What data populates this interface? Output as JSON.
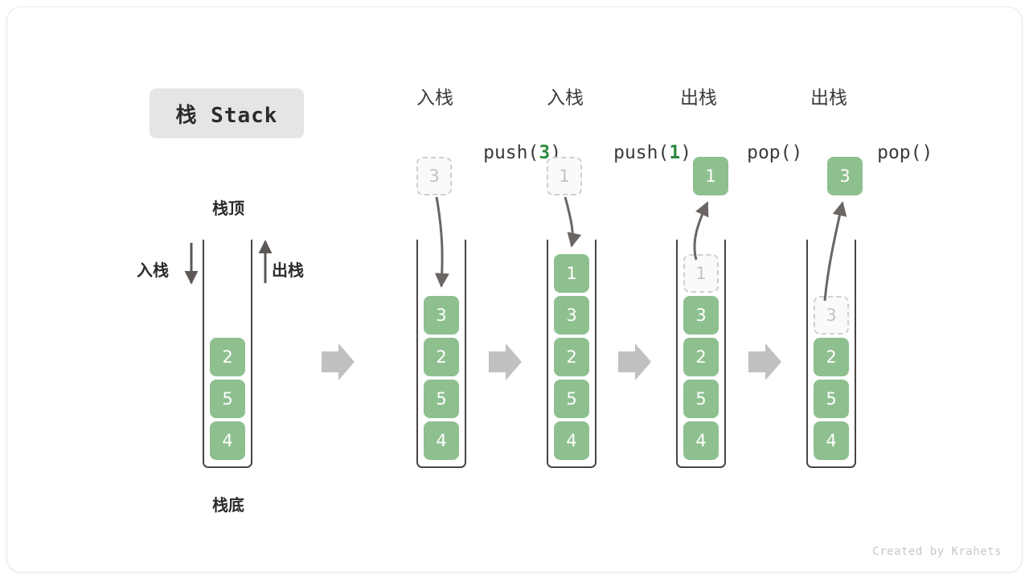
{
  "title": {
    "badge": "栈 Stack"
  },
  "annotations": {
    "top_label": "栈顶",
    "bottom_label": "栈底",
    "push_label": "入栈",
    "pop_label": "出栈"
  },
  "footer": {
    "credit": "Created by Krahets"
  },
  "colors": {
    "element_green": "#8ec08f",
    "arg_green": "#2f8a3f",
    "container_stroke": "#4a4443",
    "ghost_border": "#cfcfcf",
    "ghost_text": "#c3c3c3",
    "flow_arrow": "#c0c0c0",
    "badge_bg": "#e5e5e5",
    "card_border": "#e9e9e9"
  },
  "columns": [
    {
      "id": "initial",
      "header_line1": "",
      "header_line2_prefix": "",
      "header_arg": "",
      "header_line2_suffix": "",
      "stack": [
        {
          "value": "2",
          "state": "filled"
        },
        {
          "value": "5",
          "state": "filled"
        },
        {
          "value": "4",
          "state": "filled"
        }
      ],
      "float_box": null
    },
    {
      "id": "push-3",
      "header_line1": "入栈",
      "header_line2_prefix": "push(",
      "header_arg": "3",
      "header_line2_suffix": ")",
      "stack": [
        {
          "value": "3",
          "state": "filled"
        },
        {
          "value": "2",
          "state": "filled"
        },
        {
          "value": "5",
          "state": "filled"
        },
        {
          "value": "4",
          "state": "filled"
        }
      ],
      "float_box": {
        "value": "3",
        "state": "ghost"
      }
    },
    {
      "id": "push-1",
      "header_line1": "入栈",
      "header_line2_prefix": "push(",
      "header_arg": "1",
      "header_line2_suffix": ")",
      "stack": [
        {
          "value": "1",
          "state": "filled"
        },
        {
          "value": "3",
          "state": "filled"
        },
        {
          "value": "2",
          "state": "filled"
        },
        {
          "value": "5",
          "state": "filled"
        },
        {
          "value": "4",
          "state": "filled"
        }
      ],
      "float_box": {
        "value": "1",
        "state": "ghost"
      }
    },
    {
      "id": "pop-1",
      "header_line1": "出栈",
      "header_line2_prefix": "pop(",
      "header_arg": "",
      "header_line2_suffix": ")",
      "stack": [
        {
          "value": "1",
          "state": "ghost"
        },
        {
          "value": "3",
          "state": "filled"
        },
        {
          "value": "2",
          "state": "filled"
        },
        {
          "value": "5",
          "state": "filled"
        },
        {
          "value": "4",
          "state": "filled"
        }
      ],
      "float_box": {
        "value": "1",
        "state": "filled"
      }
    },
    {
      "id": "pop-2",
      "header_line1": "出栈",
      "header_line2_prefix": "pop(",
      "header_arg": "",
      "header_line2_suffix": ")",
      "stack": [
        {
          "value": "3",
          "state": "ghost"
        },
        {
          "value": "2",
          "state": "filled"
        },
        {
          "value": "5",
          "state": "filled"
        },
        {
          "value": "4",
          "state": "filled"
        }
      ],
      "float_box": {
        "value": "3",
        "state": "filled"
      }
    }
  ]
}
